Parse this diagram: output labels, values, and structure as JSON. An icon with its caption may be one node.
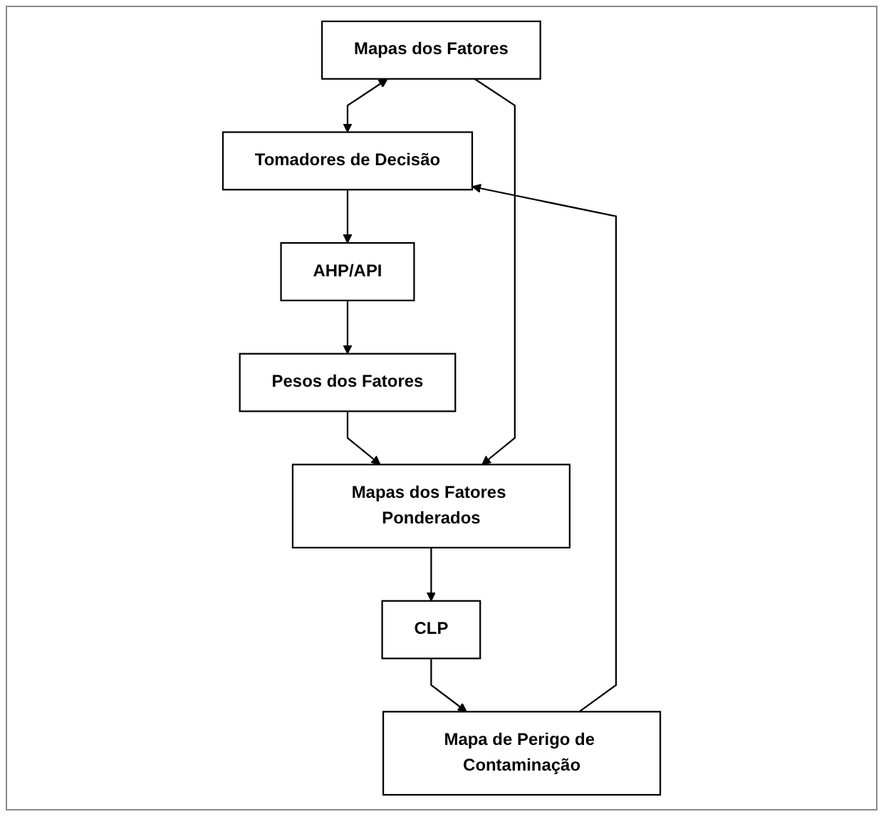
{
  "diagram": {
    "nodes": [
      {
        "text": [
          "Mapas dos Fatores"
        ]
      },
      {
        "text": [
          "Tomadores de Decisão"
        ]
      },
      {
        "text": [
          "Pesos dos Fatores"
        ]
      },
      {
        "text": [
          "AHP/API"
        ]
      },
      {
        "text": [
          "Mapas dos Fatores Ponderados"
        ]
      },
      {
        "text": [
          "CLP"
        ]
      },
      {
        "text": [
          "Mapa de Perigo de Contaminação"
        ]
      }
    ],
    "edges": [
      {
        "from": 0,
        "to": 1,
        "arrow": "both"
      },
      {
        "from": 1,
        "to": 3,
        "arrow": "to"
      },
      {
        "from": 3,
        "to": 2,
        "arrow": "to"
      },
      {
        "from": 2,
        "to": 4,
        "arrow": "to"
      },
      {
        "from": 0,
        "to": 4,
        "arrow": "to"
      },
      {
        "from": 4,
        "to": 5,
        "arrow": "to"
      },
      {
        "from": 5,
        "to": 6,
        "arrow": "to"
      },
      {
        "from": 6,
        "to": 1,
        "arrow": "to"
      }
    ]
  }
}
